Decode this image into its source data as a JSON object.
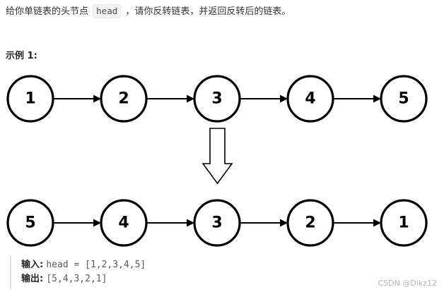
{
  "description": {
    "before": "给你单链表的头节点 ",
    "code": "head",
    "after": " ，请你反转链表，并返回反转后的链表。"
  },
  "example": {
    "title": "示例 1:"
  },
  "diagram": {
    "input_list": [
      "1",
      "2",
      "3",
      "4",
      "5"
    ],
    "output_list": [
      "5",
      "4",
      "3",
      "2",
      "1"
    ]
  },
  "io": {
    "input_label": "输入:",
    "input_value": "head = [1,2,3,4,5]",
    "output_label": "输出:",
    "output_value": "[5,4,3,2,1]"
  },
  "watermark": "CSDN @Dikz12"
}
